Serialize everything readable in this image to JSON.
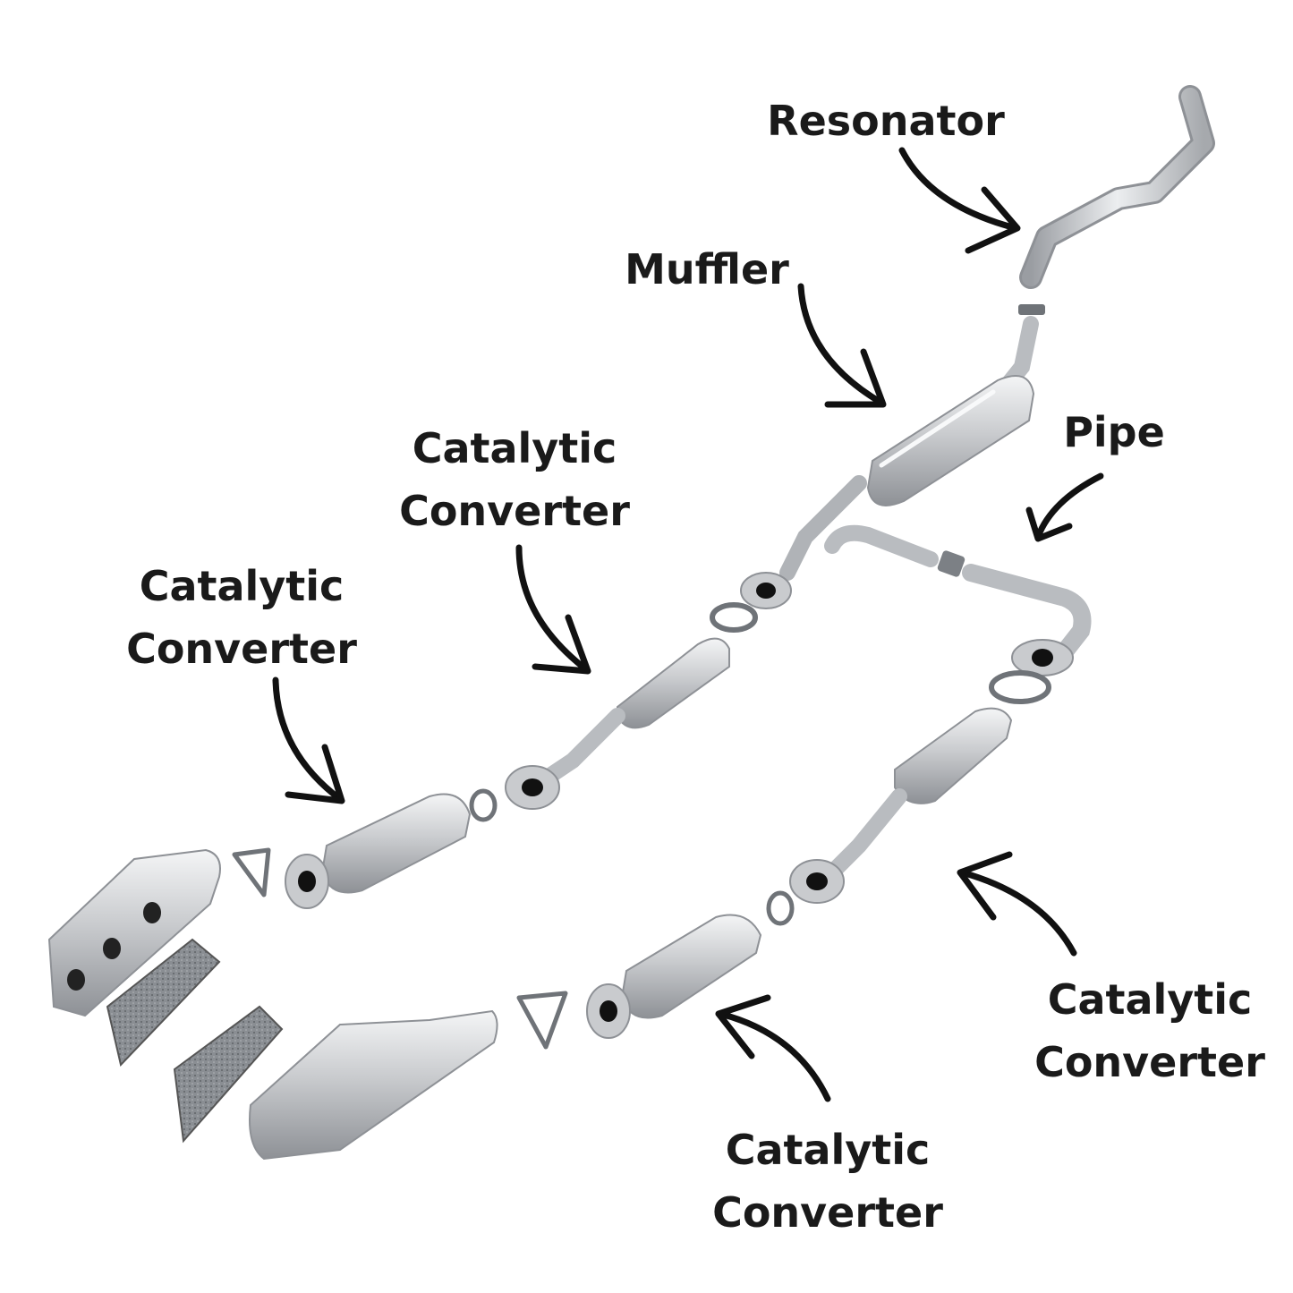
{
  "labels": {
    "resonator": "Resonator",
    "muffler": "Muffler",
    "pipe": "Pipe",
    "cat_upper_line1": "Catalytic",
    "cat_upper_line2": "Converter",
    "cat_left_line1": "Catalytic",
    "cat_left_line2": "Converter",
    "cat_right_line1": "Catalytic",
    "cat_right_line2": "Converter",
    "cat_bottom_line1": "Catalytic",
    "cat_bottom_line2": "Converter"
  },
  "colors": {
    "metal": "#c9cbce",
    "metal_dark": "#8e9196",
    "metal_light": "#eceef0",
    "gasket": "#6f7378",
    "arrow": "#111111",
    "text": "#1a1a1a"
  }
}
